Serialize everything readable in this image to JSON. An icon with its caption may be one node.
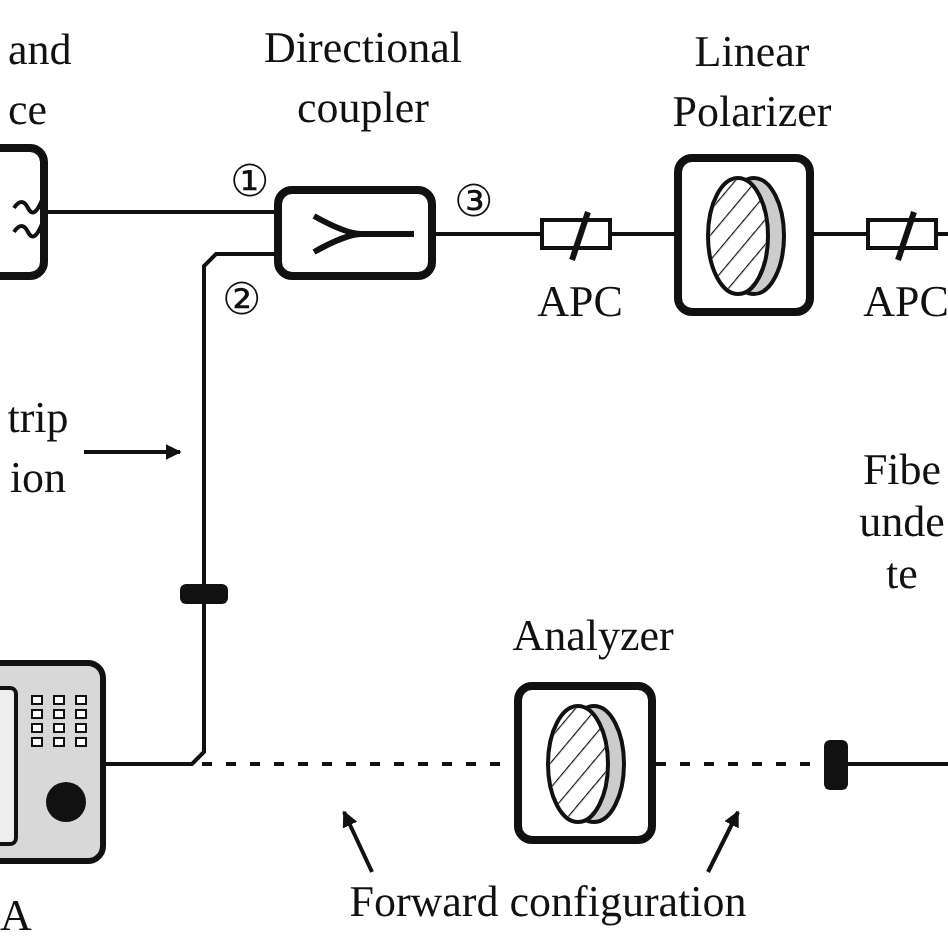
{
  "diagram": {
    "nodes": [
      {
        "text": [
          "and ce"
        ]
      },
      {
        "text": [
          "Directional coupler"
        ],
        "beside": [
          "①",
          "②",
          "③"
        ]
      },
      {
        "text": [
          "Linear Polarizer"
        ]
      },
      {
        "text": [
          "APC"
        ]
      },
      {
        "text": [
          "APC"
        ]
      },
      {
        "text": [
          "trip ion"
        ]
      },
      {
        "text": [],
        "shape": "box"
      },
      {
        "text": [
          "Analyzer"
        ]
      },
      {
        "text": [
          "A"
        ]
      },
      {
        "text": [],
        "shape": "box"
      },
      {
        "text": [
          "Forward configuration"
        ]
      }
    ],
    "edges": [
      {
        "from": 0,
        "to": 1,
        "arrow": "none"
      },
      {
        "from": 1,
        "to": 3,
        "arrow": "none"
      },
      {
        "from": 3,
        "to": 2,
        "arrow": "none"
      },
      {
        "from": 2,
        "to": 4,
        "arrow": "none"
      },
      {
        "from": 4,
        "to": null,
        "arrow": "none"
      },
      {
        "from": 1,
        "to": 6,
        "arrow": "none"
      },
      {
        "from": 6,
        "to": 8,
        "arrow": "none"
      },
      {
        "from": 8,
        "to": 7,
        "arrow": "none",
        "style": "dashed"
      },
      {
        "from": 7,
        "to": 9,
        "arrow": "none",
        "style": "dashed"
      },
      {
        "from": 9,
        "to": null,
        "arrow": "none"
      },
      {
        "from": 5,
        "to": null,
        "arrow": "to"
      },
      {
        "from": 10,
        "to": null,
        "arrow": "to"
      },
      {
        "from": 10,
        "to": null,
        "arrow": "to"
      }
    ],
    "labels": [
      "Fibe unde te"
    ]
  }
}
